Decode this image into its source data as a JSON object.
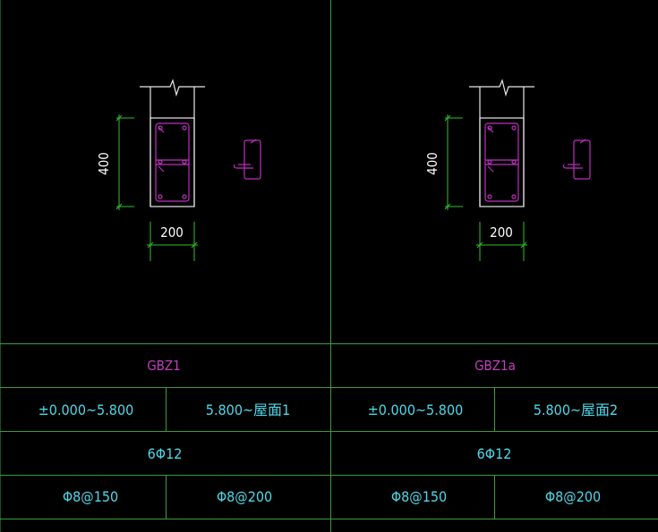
{
  "panels": [
    {
      "name": "GBZ1",
      "dim_height": "400",
      "dim_width": "200",
      "elev_1": "±0.000~5.800",
      "elev_2": "5.800~屋面1",
      "long_bars": "6Φ12",
      "stirrup_1": "Φ8@150",
      "stirrup_2": "Φ8@200"
    },
    {
      "name": "GBZ1a",
      "dim_height": "400",
      "dim_width": "200",
      "elev_1": "±0.000~5.800",
      "elev_2": "5.800~屋面2",
      "long_bars": "6Φ12",
      "stirrup_1": "Φ8@150",
      "stirrup_2": "Φ8@200"
    }
  ],
  "colors": {
    "background": "#000000",
    "grid": "#3f9a3f",
    "outline": "#e8e8e8",
    "rebar": "#c02fc0",
    "dimension": "#2fbf2f",
    "table_text": "#4fd7e8",
    "name_text": "#c040c0"
  }
}
